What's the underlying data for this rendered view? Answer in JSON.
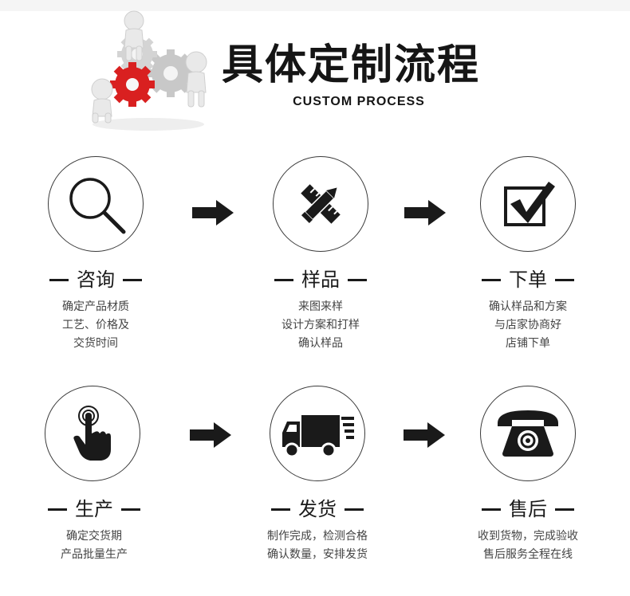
{
  "header": {
    "title_cn": "具体定制流程",
    "title_en": "CUSTOM PROCESS",
    "illustration_icon": "gears-people-illustration"
  },
  "steps": [
    {
      "title": "咨询",
      "icon": "magnifier-icon",
      "lines": [
        "确定产品材质",
        "工艺、价格及",
        "交货时间"
      ]
    },
    {
      "title": "样品",
      "icon": "pencil-ruler-icon",
      "lines": [
        "来图来样",
        "设计方案和打样",
        "确认样品"
      ]
    },
    {
      "title": "下单",
      "icon": "checkmark-icon",
      "lines": [
        "确认样品和方案",
        "与店家协商好",
        "店铺下单"
      ]
    },
    {
      "title": "生产",
      "icon": "hand-touch-icon",
      "lines": [
        "确定交货期",
        "产品批量生产"
      ]
    },
    {
      "title": "发货",
      "icon": "truck-icon",
      "lines": [
        "制作完成，检测合格",
        "确认数量，安排发货"
      ]
    },
    {
      "title": "售后",
      "icon": "telephone-icon",
      "lines": [
        "收到货物，完成验收",
        "售后服务全程在线"
      ]
    }
  ],
  "colors": {
    "ink": "#1a1a1a",
    "gear_red": "#d92020",
    "gear_gray": "#bdbdbd"
  }
}
